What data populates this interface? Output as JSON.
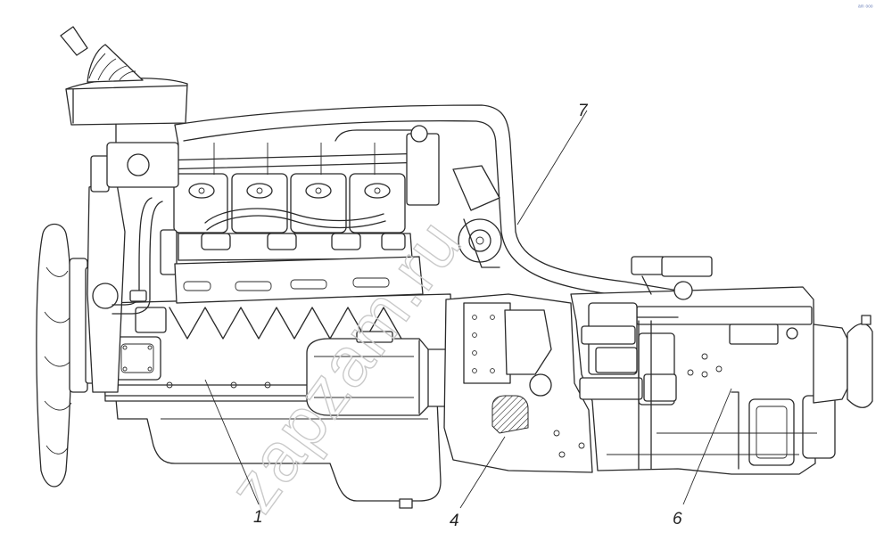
{
  "watermark": {
    "text": "zapzam.ru"
  },
  "logo": {
    "text": "ᵃᵐ ᵒᵒᵒ"
  },
  "callouts": [
    {
      "id": "1",
      "label": "1"
    },
    {
      "id": "4",
      "label": "4"
    },
    {
      "id": "6",
      "label": "6"
    },
    {
      "id": "7",
      "label": "7"
    }
  ]
}
